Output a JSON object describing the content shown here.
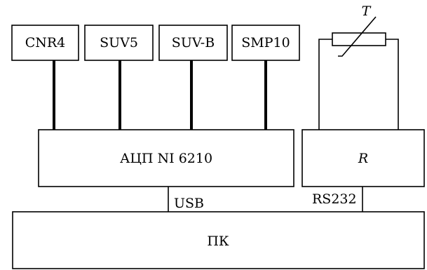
{
  "sensors": [
    {
      "label": "CNR4"
    },
    {
      "label": "SUV5"
    },
    {
      "label": "SUV-B"
    },
    {
      "label": "SMP10"
    }
  ],
  "adc_label": "АЦП NI 6210",
  "usb_label": "USB",
  "resistance_label": "R",
  "thermistor_label": "T",
  "rs232_label": "RS232",
  "pc_label": "ПК"
}
